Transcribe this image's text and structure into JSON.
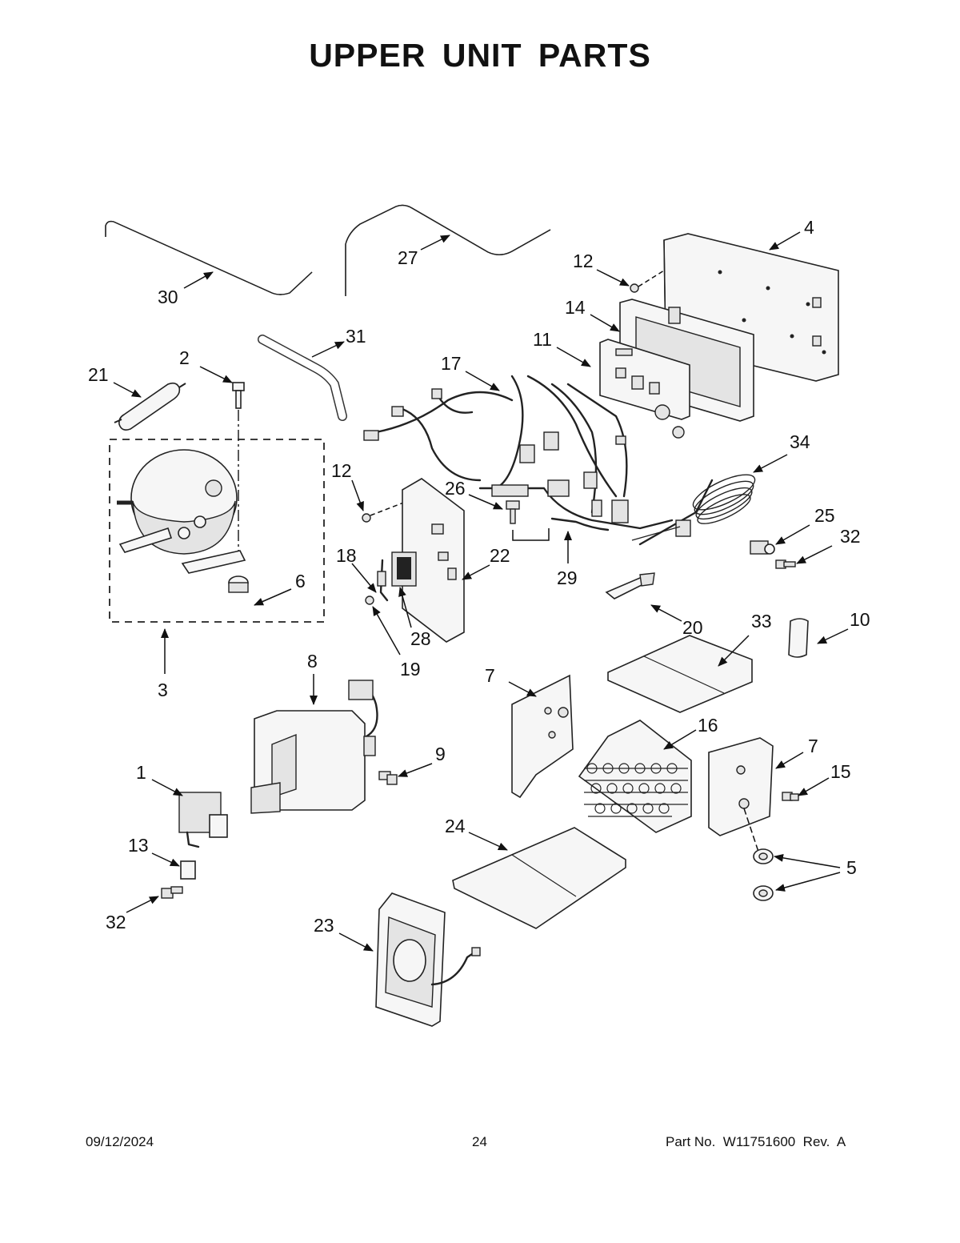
{
  "title": "UPPER UNIT PARTS",
  "footer": {
    "date": "09/12/2024",
    "page": "24",
    "part_no": "Part No.  W11751600  Rev.  A"
  },
  "callouts": [
    "1",
    "2",
    "3",
    "4",
    "5",
    "5",
    "6",
    "7",
    "7",
    "8",
    "9",
    "10",
    "11",
    "12",
    "12",
    "13",
    "14",
    "15",
    "16",
    "17",
    "18",
    "19",
    "20",
    "21",
    "22",
    "23",
    "24",
    "25",
    "26",
    "27",
    "28",
    "29",
    "30",
    "31",
    "32",
    "32",
    "33",
    "34"
  ]
}
